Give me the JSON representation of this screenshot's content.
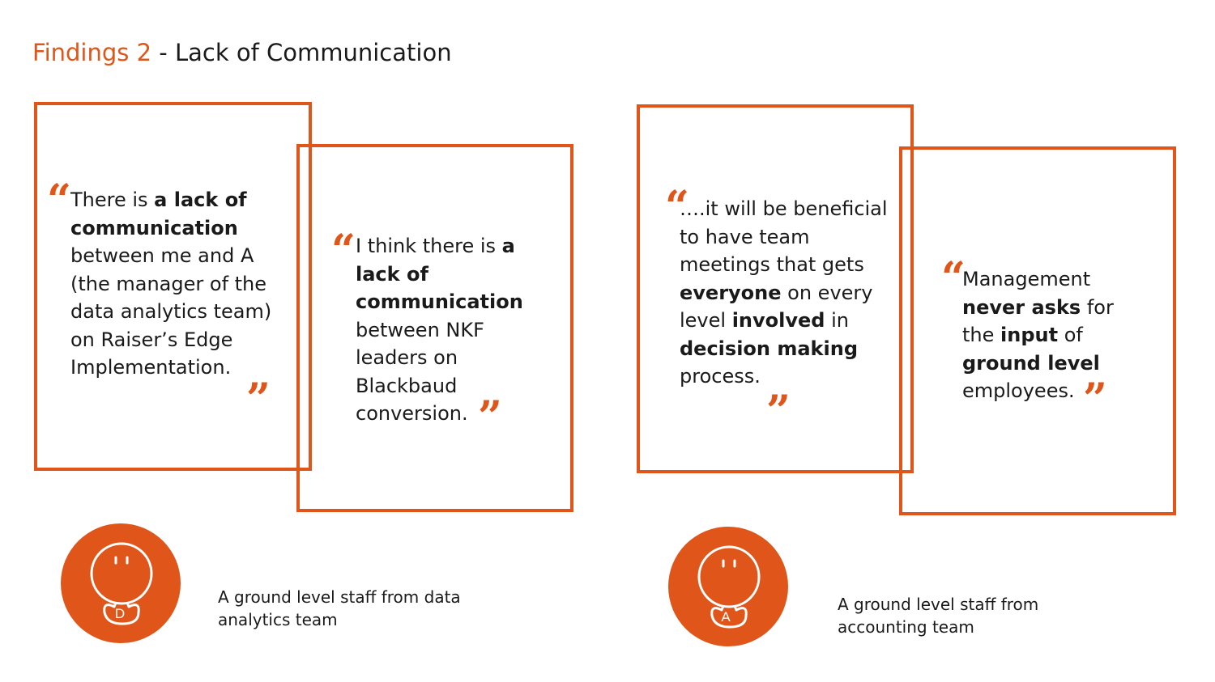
{
  "slide": {
    "title_accent": "Findings 2",
    "title_rest": " - Lack of Communication"
  },
  "quotes": {
    "q1": {
      "t1": "There is ",
      "b1": "a lack of communication",
      "t2": " between me  and A (the manager of the data analytics team) on Raiser’s Edge Implementation."
    },
    "q2": {
      "t1": "I think there is ",
      "b1": "a lack of communication",
      "t2": " between NKF leaders on Blackbaud conversion."
    },
    "q3": {
      "t1": "….it will be beneficial to have team meetings that gets ",
      "b1": "everyone",
      "t2": " on every level ",
      "b2": "involved",
      "t3": " in ",
      "b3": "decision making",
      "t4": " process."
    },
    "q4": {
      "t1": "Management ",
      "b1": "never asks",
      "t2": " for the ",
      "b2": "input",
      "t3": " of ",
      "b3": "ground level",
      "t4": " employees."
    }
  },
  "quote_marks": {
    "open": "“",
    "close": "”"
  },
  "personas": [
    {
      "initial": "D",
      "caption": "A ground level staff from data analytics team",
      "icon": "person-icon"
    },
    {
      "initial": "A",
      "caption": "A ground level staff from accounting team",
      "icon": "person-icon"
    }
  ],
  "colors": {
    "accent": "#e0561a",
    "text": "#1a1a1a",
    "background": "#ffffff"
  }
}
